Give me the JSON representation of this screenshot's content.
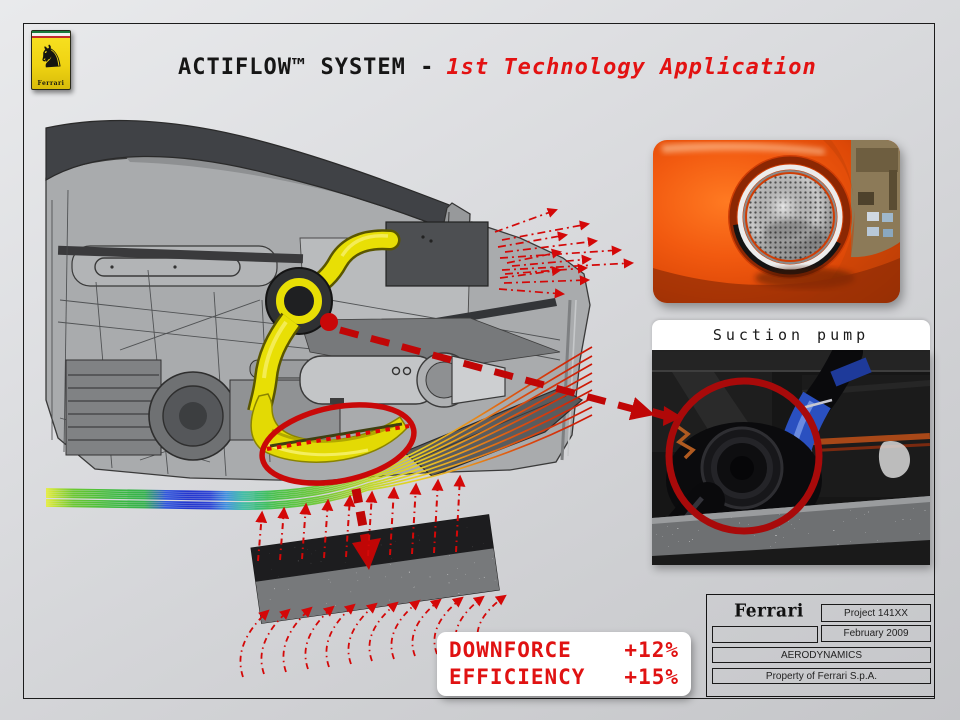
{
  "slide": {
    "title": {
      "prefix": "ACTIFLOW™ SYSTEM -",
      "highlight": "1st Technology Application"
    },
    "logo": {
      "badge_text": "Ferrari"
    },
    "callouts": {
      "suction_pump": "Suction pump"
    },
    "metrics": [
      {
        "label": "DOWNFORCE",
        "value": "+12%"
      },
      {
        "label": "EFFICIENCY",
        "value": "+15%"
      }
    ],
    "footer": {
      "brand": "Ferrari",
      "project": "Project 141XX",
      "date": "February 2009",
      "department": "AERODYNAMICS",
      "property": "Property of Ferrari S.p.A."
    },
    "colors": {
      "annotation_red": "#c90808",
      "title_red": "#e31212",
      "duct_yellow": "#e6de05",
      "car_orange": "#e8530e"
    }
  }
}
